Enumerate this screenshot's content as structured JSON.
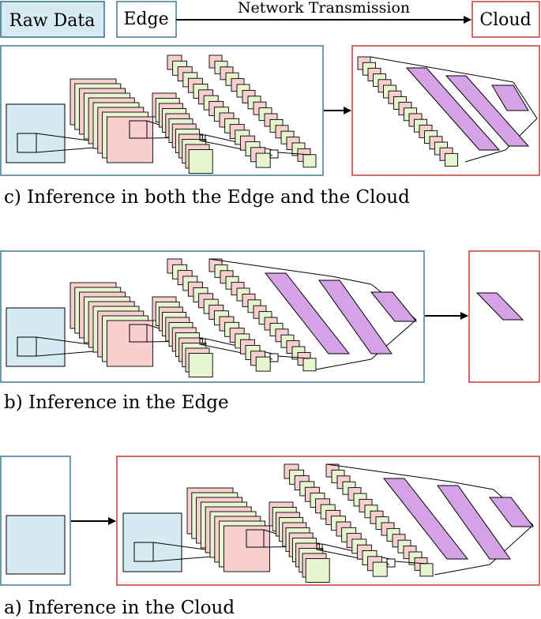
{
  "legend": {
    "raw_data": "Raw Data",
    "edge": "Edge",
    "network": "Network Transmission",
    "cloud": "Cloud"
  },
  "captions": {
    "c": "c) Inference in both the Edge and the Cloud",
    "b": "b) Inference in the Edge",
    "a": "a) Inference in the Cloud"
  },
  "colors": {
    "raw_fill": "#d6eaf2",
    "raw_stroke": "#2f6f86",
    "edge_stroke": "#3a7b92",
    "cloud_stroke": "#c83a3a",
    "pink": "#f8cfcf",
    "green": "#e6f5d0",
    "purple": "#d5a2e6"
  }
}
